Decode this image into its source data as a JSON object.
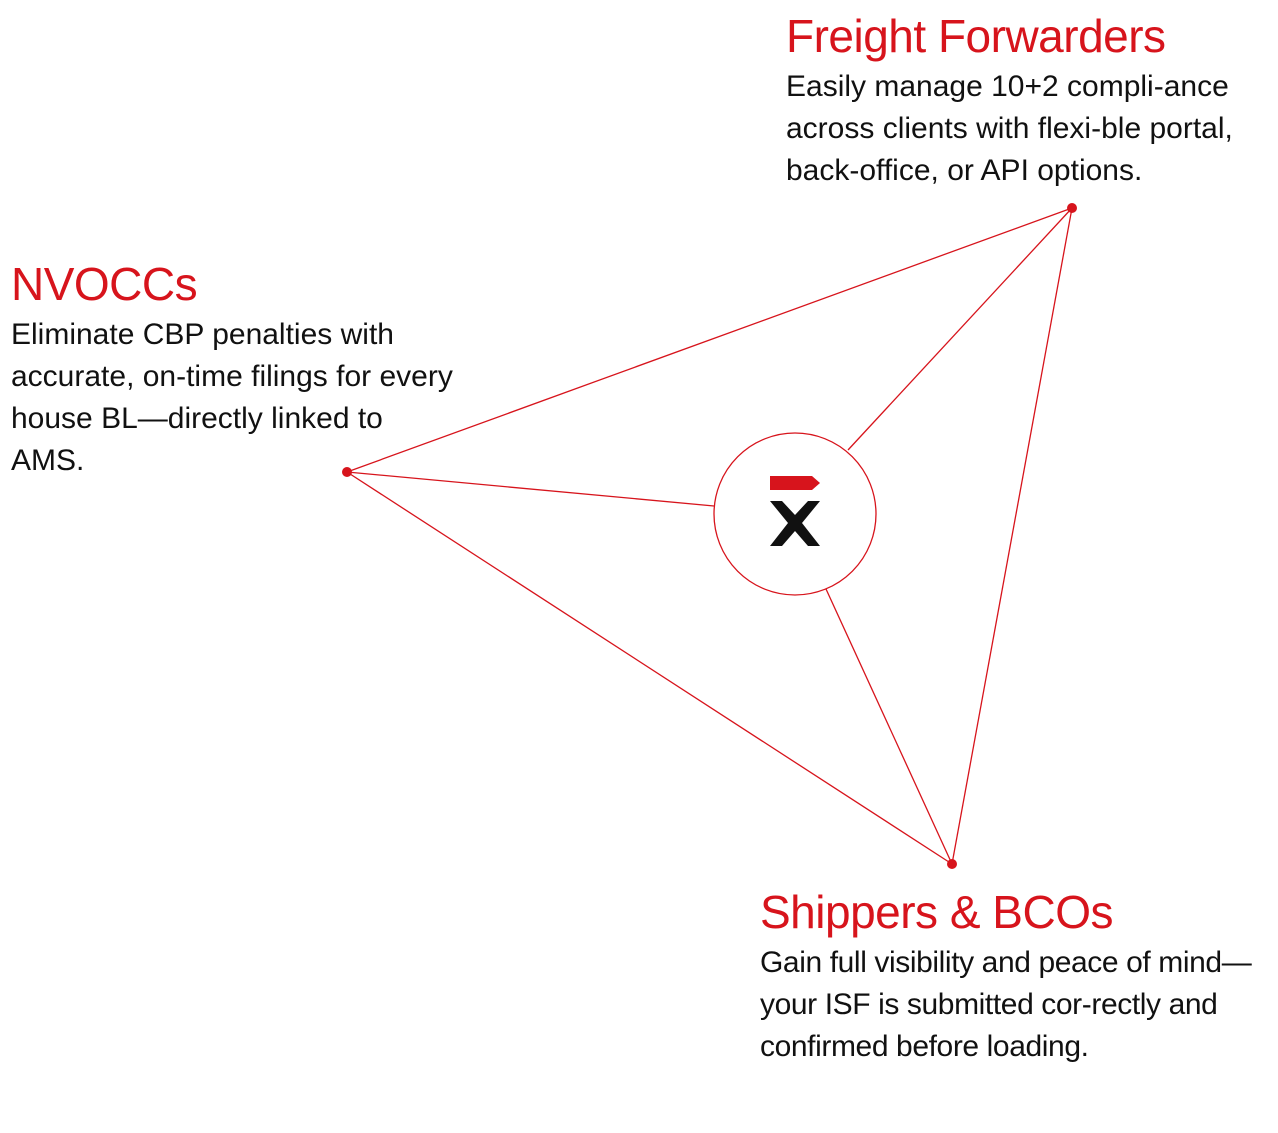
{
  "colors": {
    "accent": "#d7141c",
    "text": "#111111",
    "logo": "#111111"
  },
  "hub": {
    "logo_icon": "x-brand-logo-icon"
  },
  "nodes": {
    "freight_forwarders": {
      "title": "Freight Forwarders",
      "description": "Easily manage 10+2 compli-ance across clients with flexi-ble portal, back-office, or API options."
    },
    "nvoccs": {
      "title": "NVOCCs",
      "description": "Eliminate CBP penalties with accurate, on-time filings for every house BL—directly linked to AMS."
    },
    "shippers_bcos": {
      "title": "Shippers & BCOs",
      "description": "Gain full visibility and peace of mind—your ISF is submitted cor-rectly and confirmed before loading."
    }
  }
}
